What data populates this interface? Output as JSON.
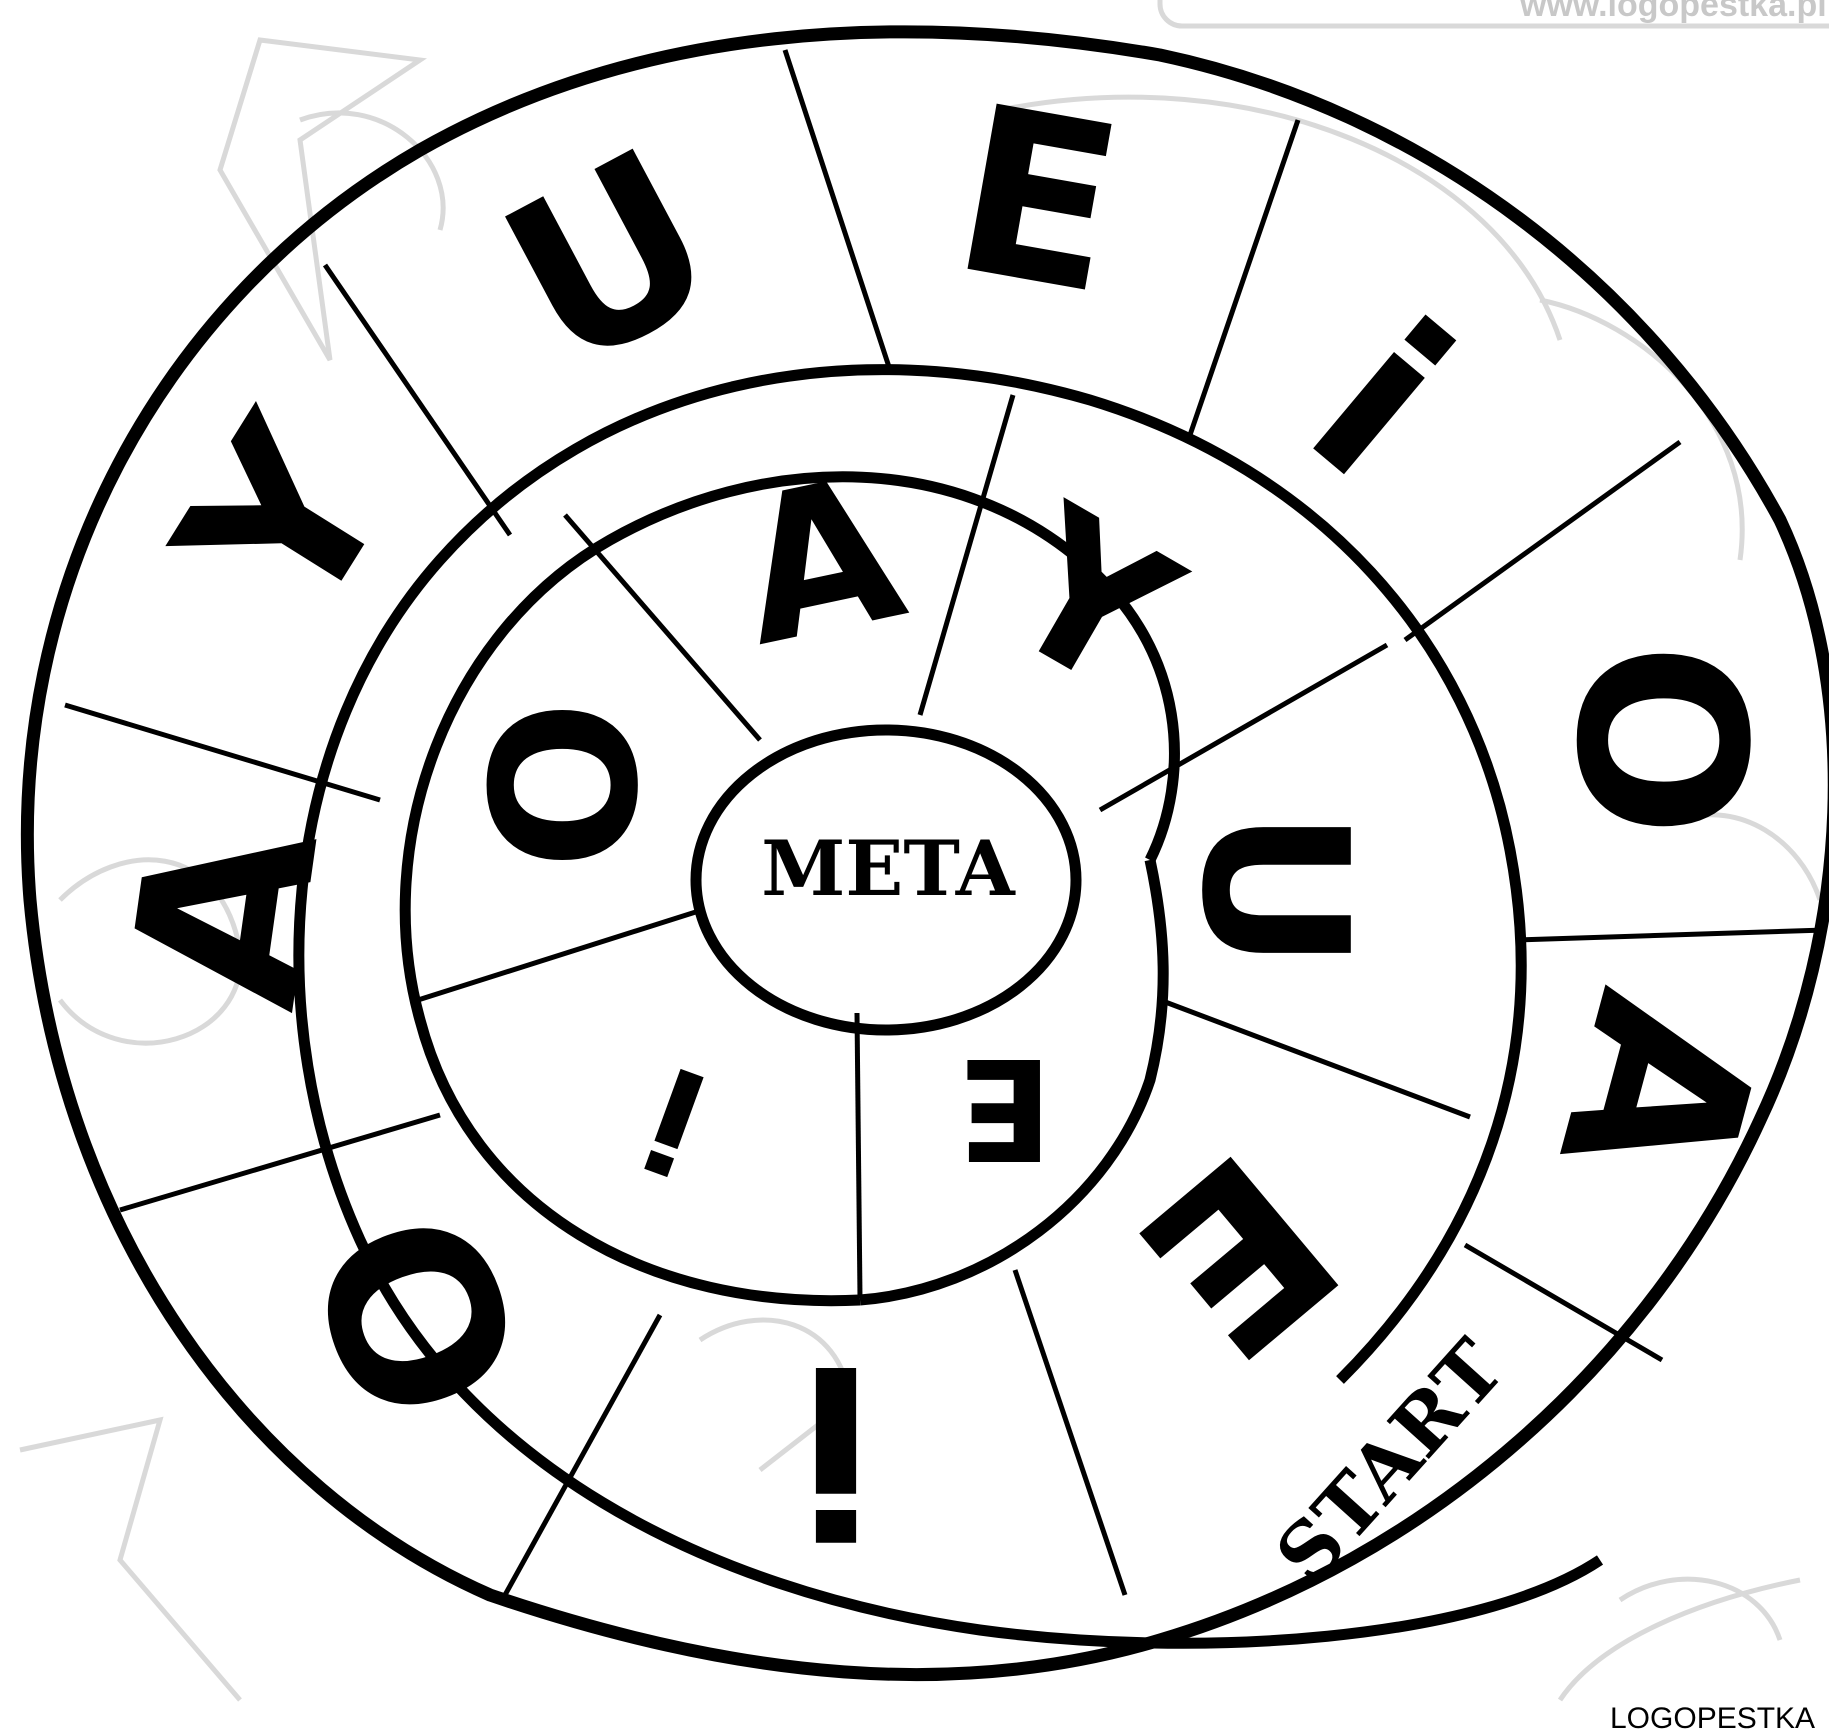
{
  "watermark": "www.logopestka.pl",
  "footer": "LOGOPESTKA",
  "center_label": "META",
  "start_label": "START",
  "outer_ring_letters": [
    "U",
    "E",
    "i",
    "O",
    "A",
    "E",
    "i",
    "O",
    "A",
    "Y"
  ],
  "inner_ring_letters": [
    "A",
    "Y",
    "U",
    "E",
    "i",
    "O"
  ],
  "colors": {
    "ink": "#000000",
    "background": "#ffffff",
    "watermark": "#d9d9d9"
  }
}
